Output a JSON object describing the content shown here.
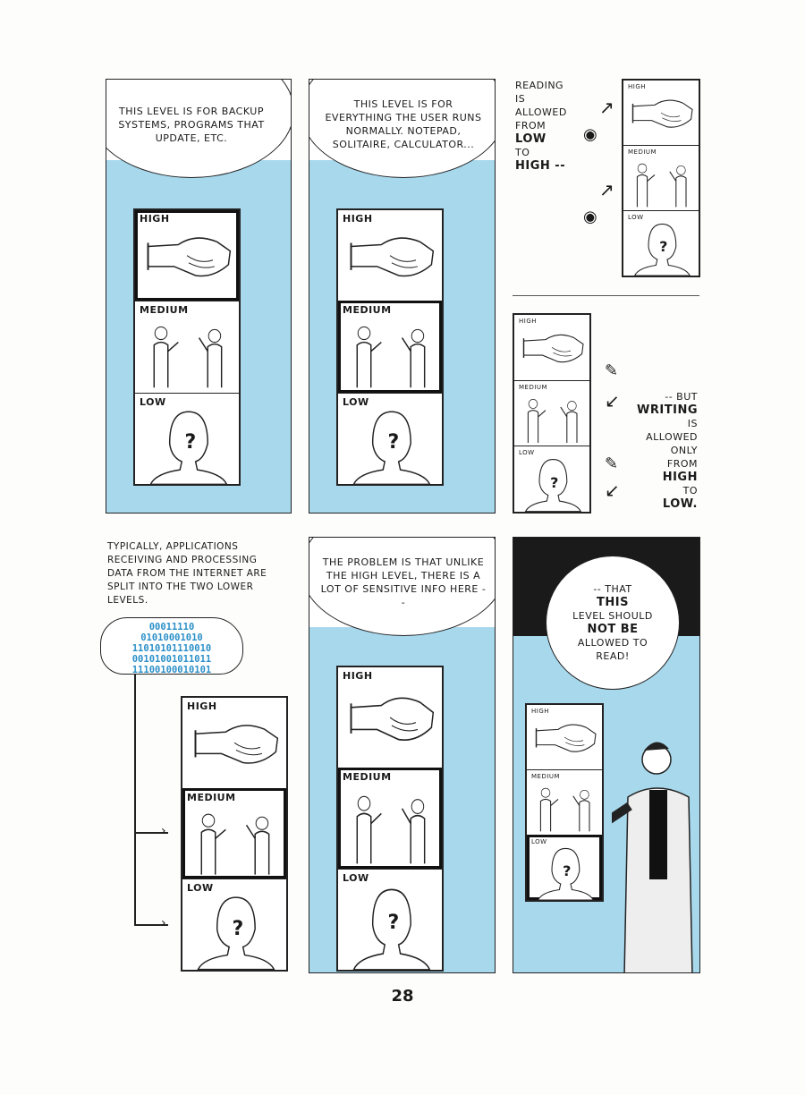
{
  "levels": {
    "high": "HIGH",
    "medium": "MEDIUM",
    "low": "LOW",
    "unknown": "?"
  },
  "panel1": {
    "speech": "THIS LEVEL IS FOR BACKUP SYSTEMS, PROGRAMS THAT UPDATE, ETC."
  },
  "panel2": {
    "speech": "THIS LEVEL IS FOR EVERYTHING THE USER RUNS NORMALLY. NOTEPAD, SOLITAIRE, CALCULATOR..."
  },
  "panel3": {
    "caption": [
      "READING",
      "IS",
      "ALLOWED",
      "FROM",
      "LOW",
      "TO",
      "HIGH --"
    ]
  },
  "panel4": {
    "caption": [
      "-- BUT",
      "WRITING",
      "IS",
      "ALLOWED",
      "ONLY",
      "FROM",
      "HIGH",
      "TO",
      "LOW."
    ]
  },
  "panel5": {
    "caption": "TYPICALLY, APPLICATIONS RECEIVING AND PROCESSING DATA FROM THE INTERNET ARE SPLIT INTO THE TWO LOWER LEVELS.",
    "binary": [
      "00011110",
      "01010001010",
      "11010101110010",
      "00101001011011",
      "11100100010101"
    ]
  },
  "panel6": {
    "speech": "THE PROBLEM IS THAT UNLIKE THE HIGH LEVEL, THERE IS A LOT OF SENSITIVE INFO HERE --"
  },
  "panel7": {
    "speech": [
      "-- THAT",
      "THIS",
      "LEVEL SHOULD",
      "NOT BE",
      "ALLOWED TO",
      "READ!"
    ]
  },
  "page_number": "28",
  "colors": {
    "sky": "#a8d8ec",
    "binary": "#2a8fc8"
  }
}
